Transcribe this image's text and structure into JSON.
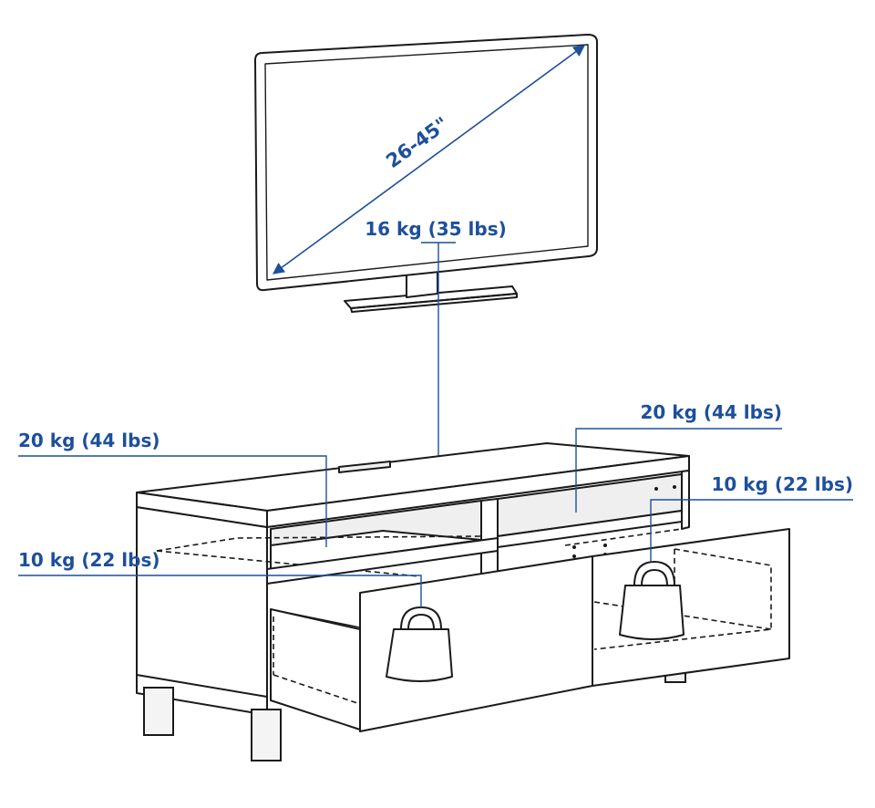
{
  "tv": {
    "diagonal_label": "26-45\"",
    "weight_label": "16 kg (35 lbs)"
  },
  "bench": {
    "left_shelf_label": "20 kg (44 lbs)",
    "right_shelf_label": "20 kg (44 lbs)",
    "left_drawer_label": "10 kg (22 lbs)",
    "right_drawer_label": "10 kg (22 lbs)"
  },
  "colors": {
    "annotation": "#1d4f9c",
    "line_art": "#1a1a1a"
  },
  "icons": [
    "weight-icon",
    "tv-icon",
    "tv-bench-icon",
    "arrow-down-icon",
    "double-arrow-icon"
  ]
}
